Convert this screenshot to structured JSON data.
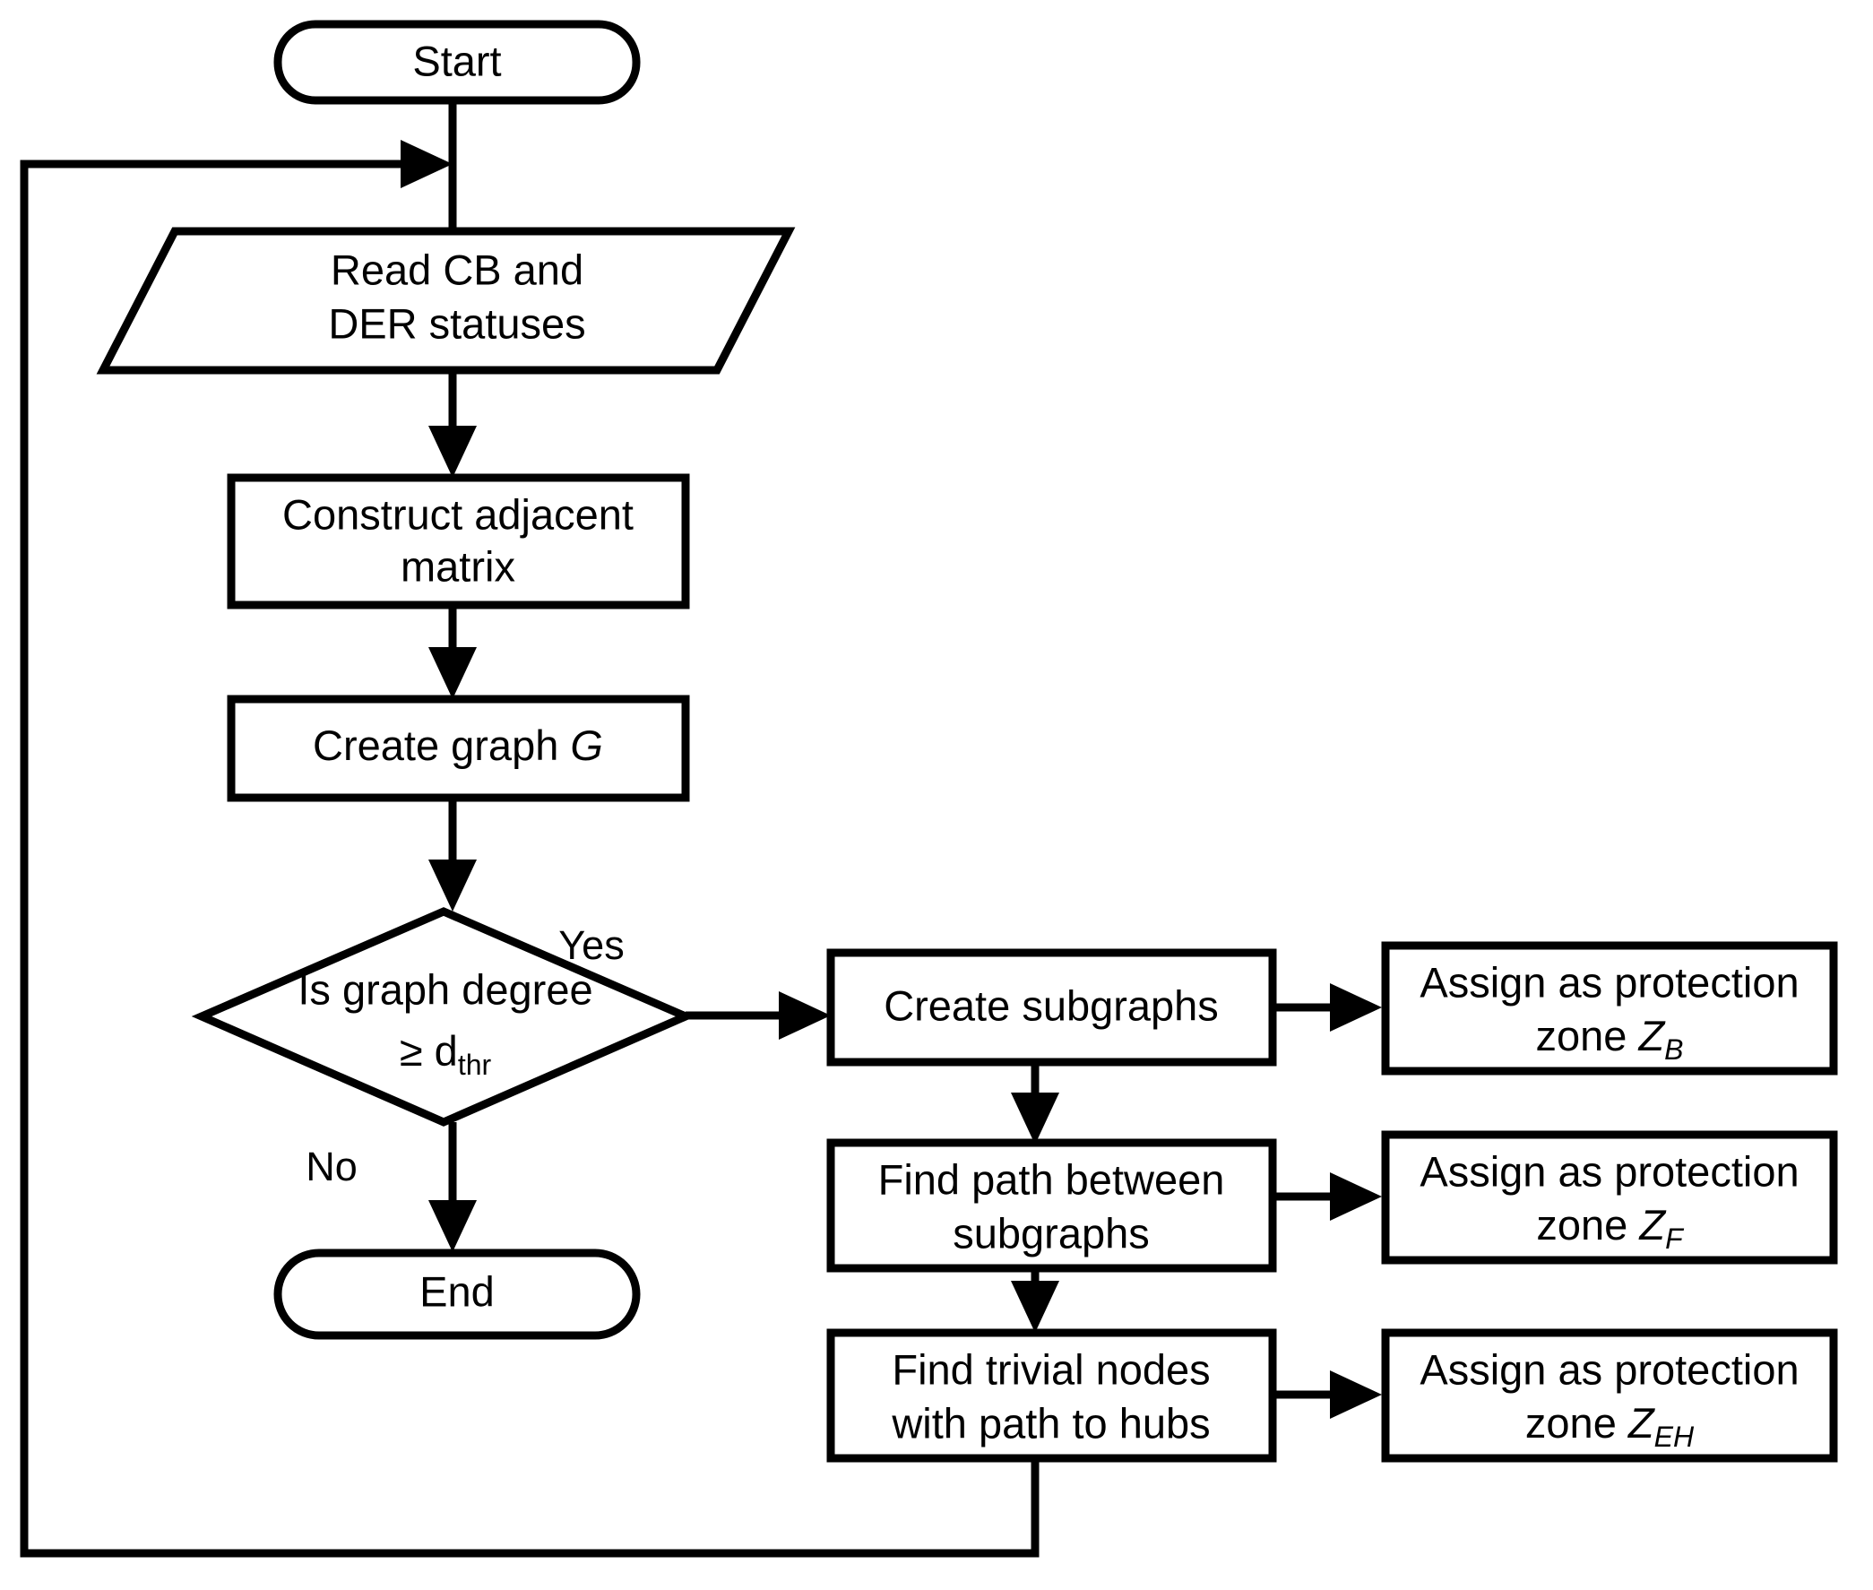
{
  "diagram": {
    "type": "flowchart",
    "title": "Protection zone identification flowchart",
    "background_color": "#ffffff",
    "line_color": "#000000",
    "nodes": {
      "start": {
        "label": "Start",
        "shape": "terminator"
      },
      "read_statuses": {
        "line1": "Read CB and",
        "line2": "DER statuses",
        "shape": "parallelogram-input"
      },
      "construct_matrix": {
        "line1": "Construct adjacent",
        "line2": "matrix",
        "shape": "process"
      },
      "create_graph": {
        "prefix": "Create graph ",
        "symbol": "G",
        "shape": "process"
      },
      "decision": {
        "line1": "Is graph degree",
        "line2_prefix": "≥ d",
        "line2_sub": "thr",
        "shape": "decision"
      },
      "end": {
        "label": "End",
        "shape": "terminator"
      },
      "create_subgraphs": {
        "label": "Create subgraphs",
        "shape": "process"
      },
      "find_path": {
        "line1": "Find path between",
        "line2": "subgraphs",
        "shape": "process"
      },
      "find_trivial": {
        "line1": "Find trivial nodes",
        "line2": "with path to hubs",
        "shape": "process"
      },
      "zone_b": {
        "line1": "Assign as protection",
        "line2_prefix": "zone ",
        "line2_symbol": "Z",
        "line2_sub": "B",
        "shape": "process"
      },
      "zone_f": {
        "line1": "Assign as protection",
        "line2_prefix": "zone ",
        "line2_symbol": "Z",
        "line2_sub": "F",
        "shape": "process"
      },
      "zone_eh": {
        "line1": "Assign as protection",
        "line2_prefix": "zone ",
        "line2_symbol": "Z",
        "line2_sub": "EH",
        "shape": "process"
      }
    },
    "edge_labels": {
      "yes": "Yes",
      "no": "No"
    }
  }
}
